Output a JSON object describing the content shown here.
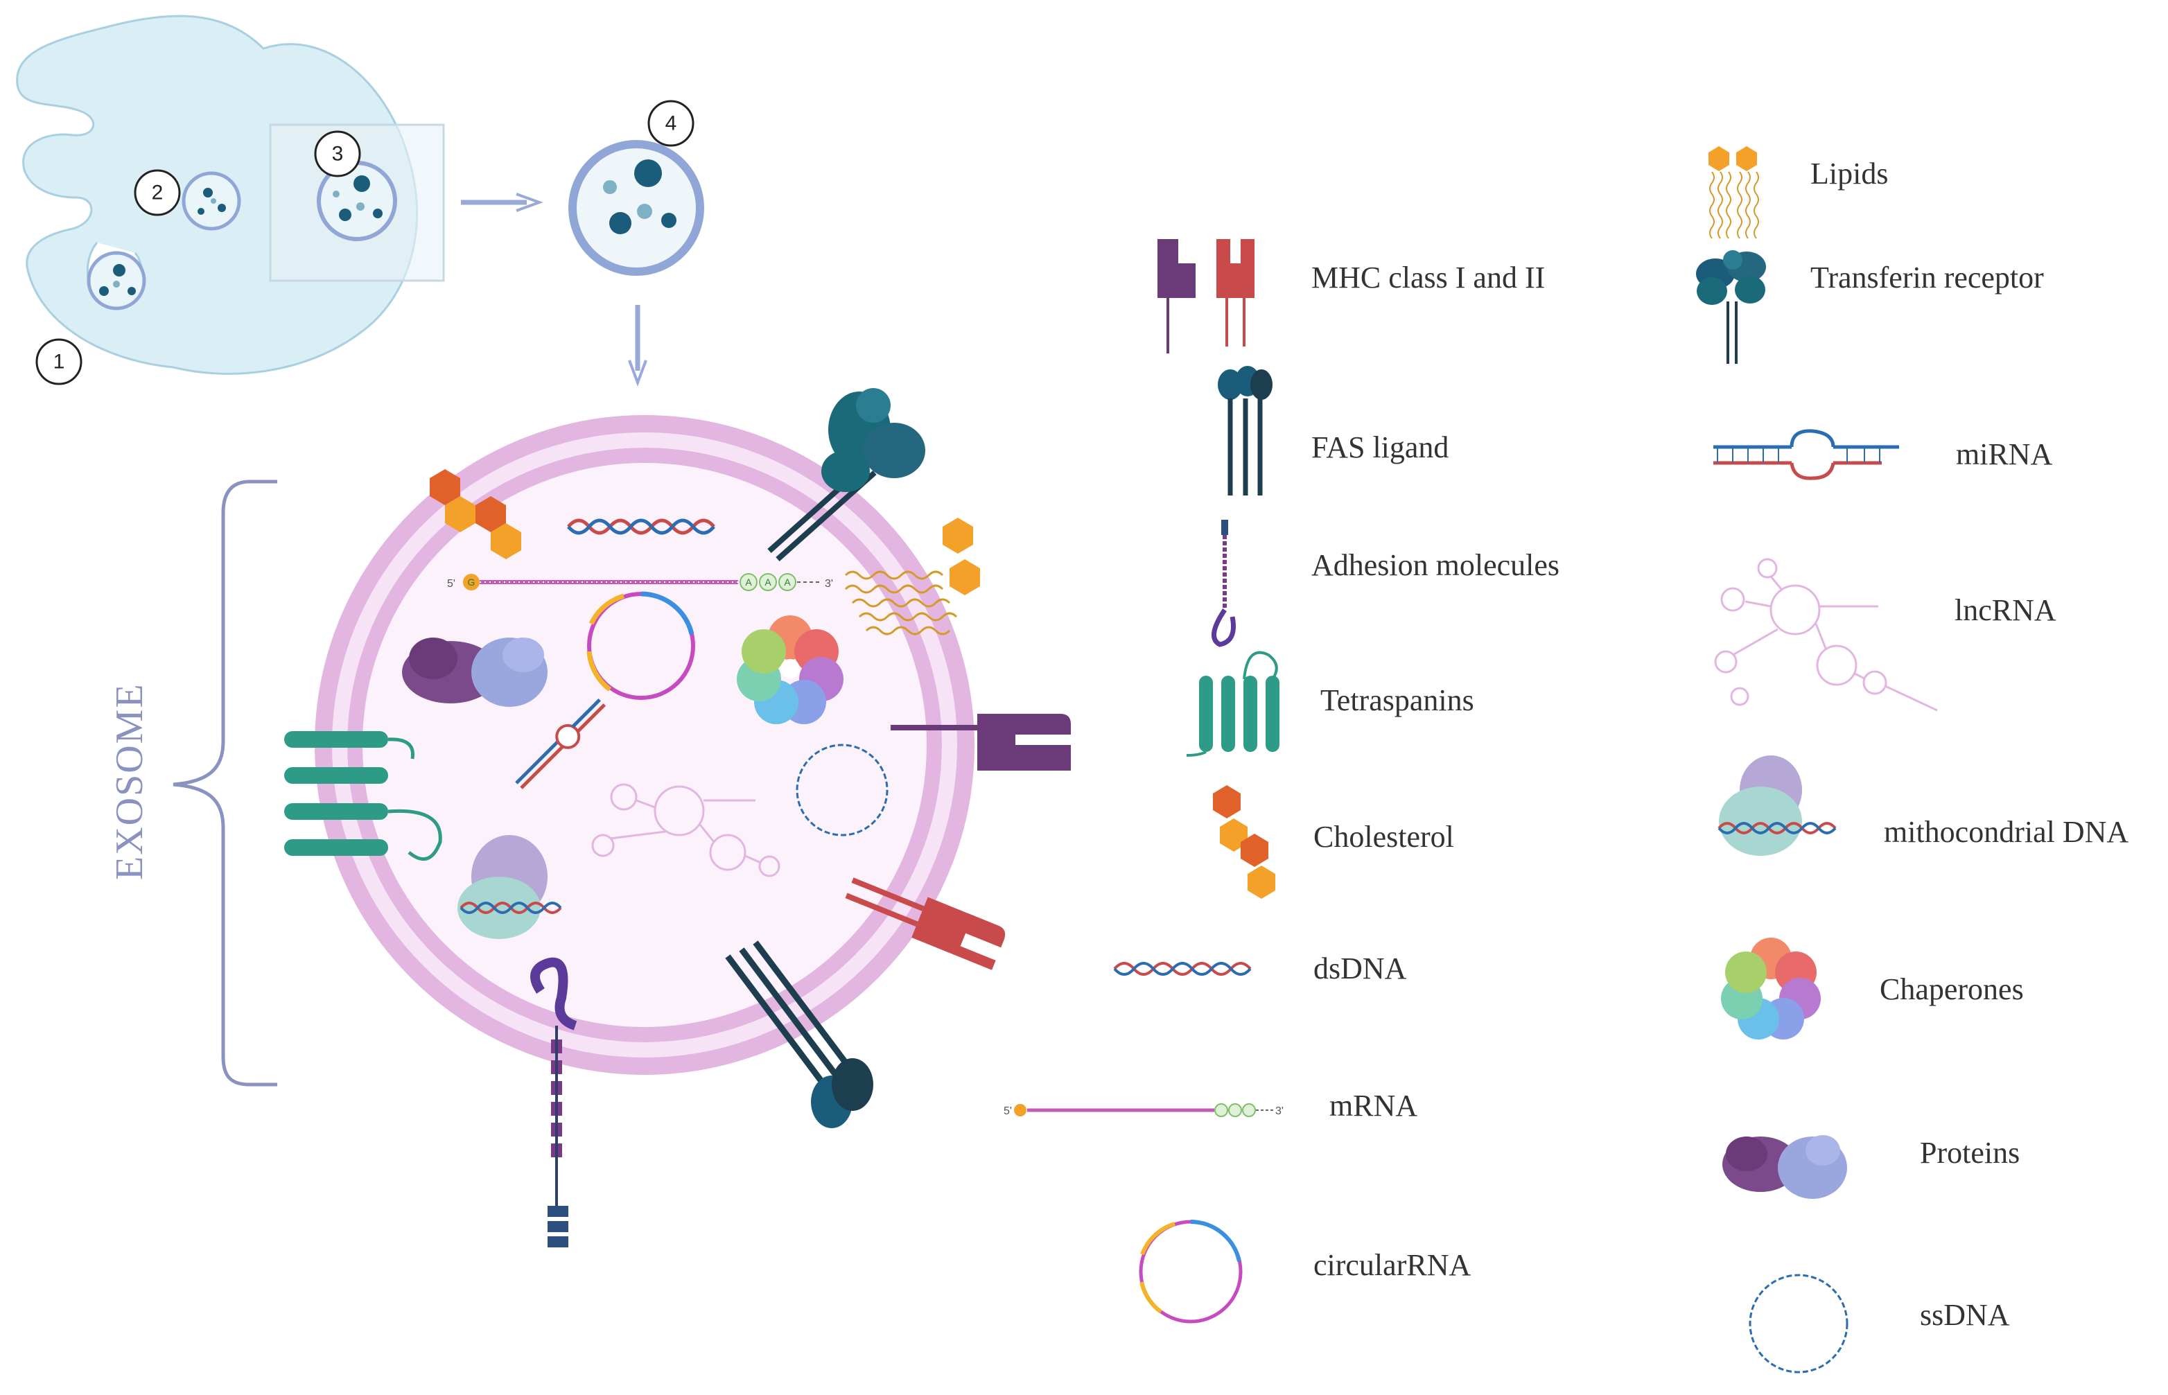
{
  "figure": {
    "exosome_label": "EXOSOME",
    "steps": [
      "1",
      "2",
      "3",
      "4"
    ],
    "mrna_5prime": "5'",
    "mrna_3prime": "3'",
    "mrna_cap": "G",
    "mrna_tail": "A"
  },
  "legend": {
    "mhc": "MHC class I and II",
    "fas": "FAS ligand",
    "adhesion": "Adhesion molecules",
    "tetraspanins": "Tetraspanins",
    "cholesterol": "Cholesterol",
    "dsdna": "dsDNA",
    "mrna": "mRNA",
    "circrna": "circularRNA",
    "lipids": "Lipids",
    "transferrin": "Transferin receptor",
    "mirna": "miRNA",
    "lncrna": "lncRNA",
    "mtdna": "mithocondrial DNA",
    "chaperones": "Chaperones",
    "proteins": "Proteins",
    "ssdna": "ssDNA"
  },
  "colors": {
    "cell_fill": "#d9eef5",
    "cell_stroke": "#a9d0e0",
    "vesicle_stroke": "#8fa6d6",
    "membrane": "#e2b6e0",
    "teal": "#2e9b86",
    "purple": "#6b3a78",
    "red": "#c94a4a",
    "navy": "#1d3e4f",
    "orange": "#f4a12a",
    "dark_orange": "#e0622a",
    "blue_icon": "#1a5c7a"
  }
}
